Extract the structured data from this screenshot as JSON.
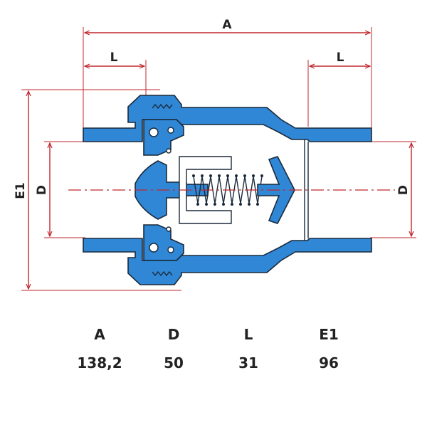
{
  "diagram": {
    "dimension_labels": {
      "overall_length": "A",
      "socket_depth_left": "L",
      "socket_depth_right": "L",
      "outer_height": "E1",
      "bore_left": "D",
      "bore_right": "D"
    },
    "colors": {
      "dimension_lines": "#c0272d",
      "valve_body": "#2f87d6",
      "outline": "#1b2a3a"
    }
  },
  "table": {
    "headers": [
      "A",
      "D",
      "L",
      "E1"
    ],
    "values": [
      "138,2",
      "50",
      "31",
      "96"
    ]
  }
}
